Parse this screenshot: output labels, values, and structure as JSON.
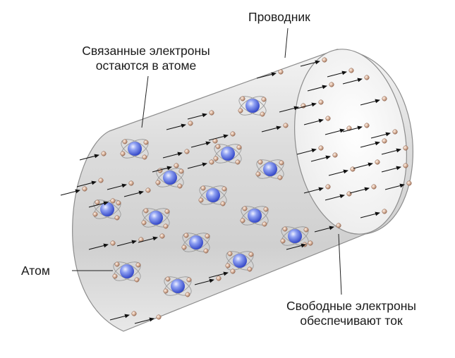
{
  "labels": {
    "conductor": "Проводник",
    "bound_line1": "Связанные электроны",
    "bound_line2": "остаются в атоме",
    "atom": "Атом",
    "free_line1": "Свободные электроны",
    "free_line2": "обеспечивают ток"
  },
  "colors": {
    "nucleus": "#3a52d8",
    "electron": "#c9a48c",
    "cylinder_body": "#dedede",
    "cylinder_end": "#f7f7f7",
    "arrow": "#111111"
  }
}
